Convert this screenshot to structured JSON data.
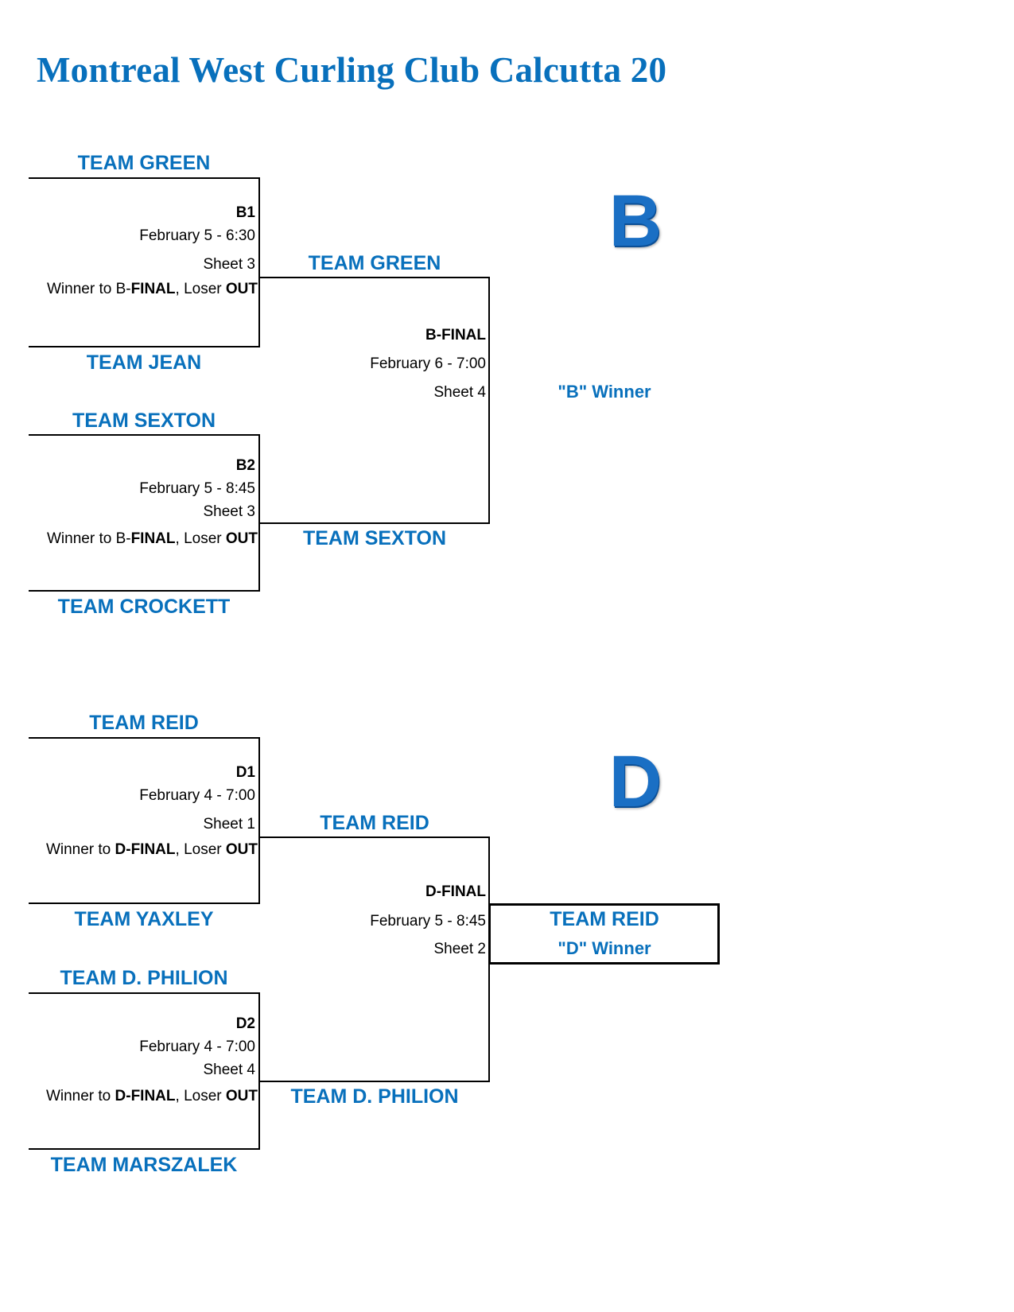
{
  "title": "Montreal West Curling Club Calcutta 20",
  "brackets": {
    "B": {
      "letter": "B",
      "semis": [
        {
          "top_team": "TEAM GREEN",
          "bottom_team": "TEAM JEAN",
          "game_id": "B1",
          "datetime": "February 5 - 6:30",
          "sheet": "Sheet 3",
          "rule_prefix": "Winner to B-",
          "rule_final": "FINAL",
          "rule_mid": ", Loser ",
          "rule_out": "OUT",
          "winner": "TEAM GREEN"
        },
        {
          "top_team": "TEAM SEXTON",
          "bottom_team": "TEAM CROCKETT",
          "game_id": "B2",
          "datetime": "February 5 - 8:45",
          "sheet": "Sheet 3",
          "rule_prefix": "Winner to B-",
          "rule_final": "FINAL",
          "rule_mid": ", Loser ",
          "rule_out": "OUT",
          "winner": "TEAM SEXTON"
        }
      ],
      "final": {
        "game_id": "B-FINAL",
        "datetime": "February 6 - 7:00",
        "sheet": "Sheet 4",
        "winner_team": "",
        "winner_label": "\"B\" Winner"
      }
    },
    "D": {
      "letter": "D",
      "semis": [
        {
          "top_team": "TEAM REID",
          "bottom_team": "TEAM YAXLEY",
          "game_id": "D1",
          "datetime": "February 4 - 7:00",
          "sheet": "Sheet 1",
          "rule_prefix": "Winner to ",
          "rule_final": "D-FINAL",
          "rule_mid": ", Loser ",
          "rule_out": "OUT",
          "winner": "TEAM REID"
        },
        {
          "top_team": "TEAM D. PHILION",
          "bottom_team": "TEAM MARSZALEK",
          "game_id": "D2",
          "datetime": "February 4 - 7:00",
          "sheet": "Sheet 4",
          "rule_prefix": "Winner to ",
          "rule_final": "D-FINAL",
          "rule_mid": ", Loser ",
          "rule_out": "OUT",
          "winner": "TEAM D. PHILION"
        }
      ],
      "final": {
        "game_id": "D-FINAL",
        "datetime": "February 5 - 8:45",
        "sheet": "Sheet 2",
        "winner_team": "TEAM REID",
        "winner_label": "\"D\" Winner"
      }
    }
  },
  "colors": {
    "team_blue": "#0870BC",
    "text_black": "#000000",
    "letter_blue": "#1A6FC4"
  }
}
